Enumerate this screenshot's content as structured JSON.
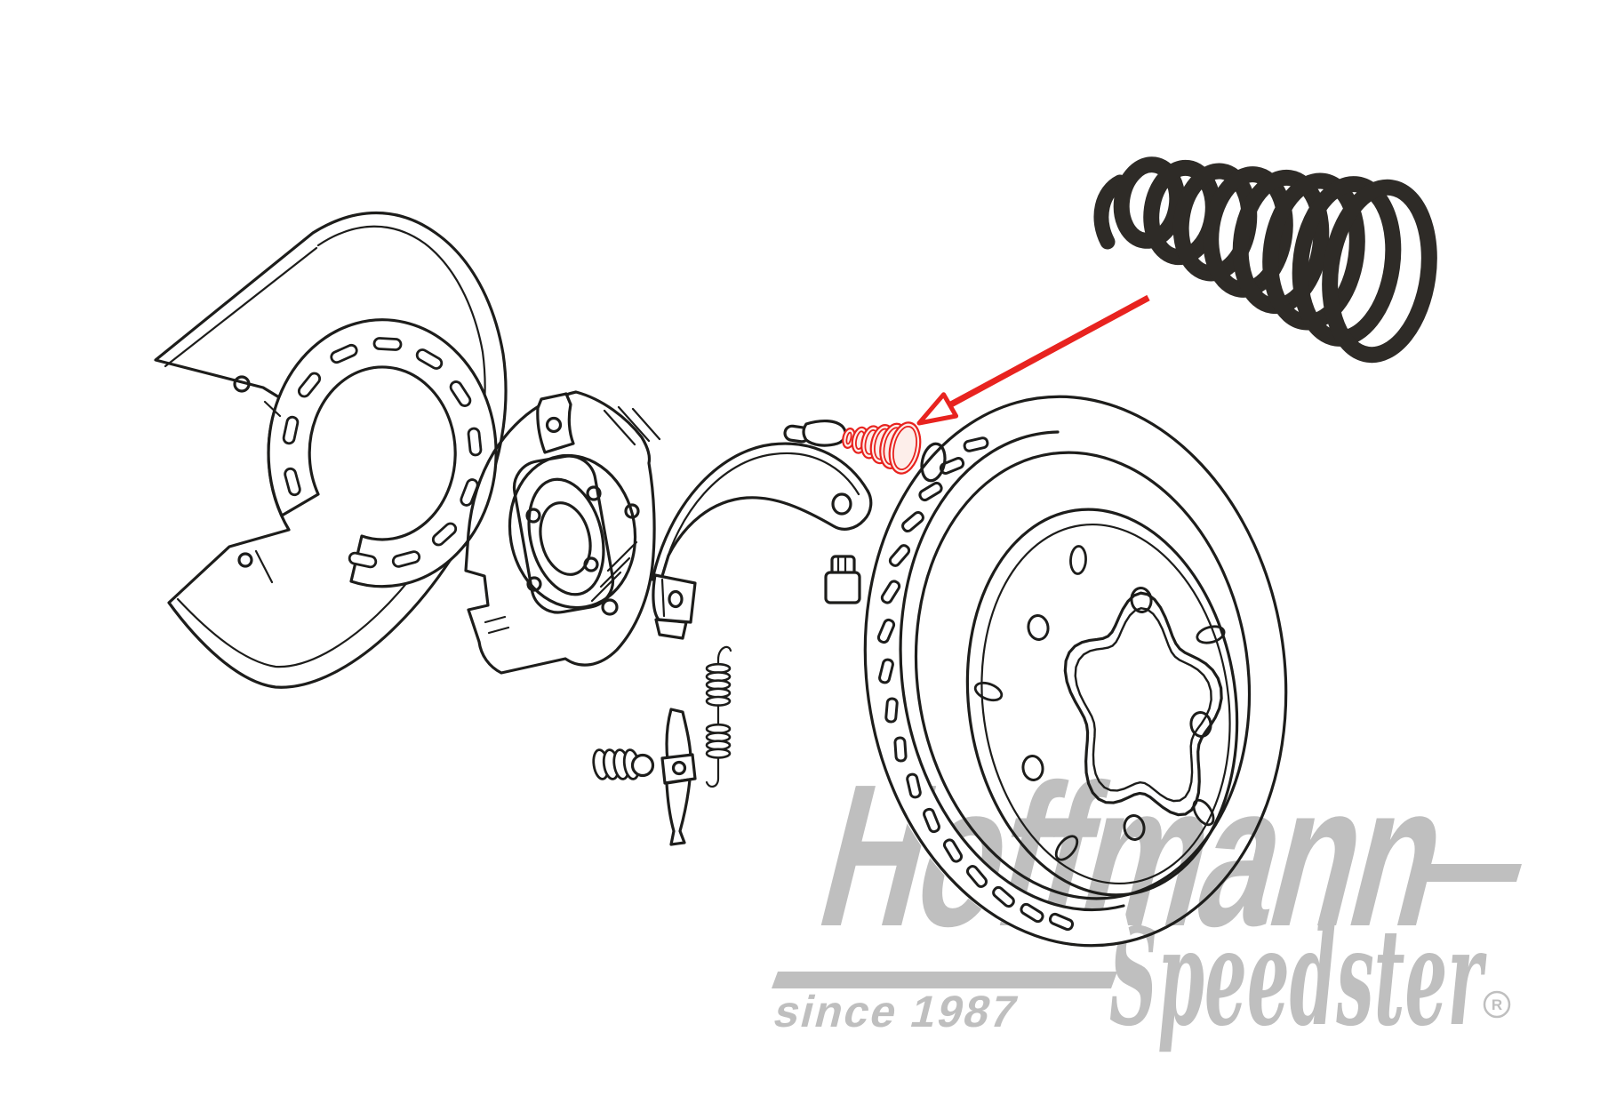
{
  "image": {
    "description": "Exploded-view line drawing of a rear brake assembly (splash shield, anchor plate, parking brake shoe, hardware, vented brake disc) with one pressure spring highlighted in red and a photo of the actual black coil spring, linked by a red arrow.",
    "background": "#ffffff"
  },
  "watermark": {
    "brand": "Hoffmann",
    "since": "since 1987",
    "script": "Speedster",
    "registered": "R",
    "color": "#bfbfbf"
  },
  "colors": {
    "line": "#1d1d1b",
    "highlight_red": "#e8231f",
    "spring_photo_black": "#2e2b27"
  },
  "parts": [
    {
      "name": "splash-shield"
    },
    {
      "name": "anchor-plate"
    },
    {
      "name": "parking-brake-shoe"
    },
    {
      "name": "push-pin"
    },
    {
      "name": "pressure-spring-highlighted"
    },
    {
      "name": "oval-washer"
    },
    {
      "name": "adjuster-nut"
    },
    {
      "name": "adjuster-spring"
    },
    {
      "name": "link-lever"
    },
    {
      "name": "return-springs"
    },
    {
      "name": "vented-brake-disc"
    },
    {
      "name": "pressure-spring-photo"
    }
  ]
}
